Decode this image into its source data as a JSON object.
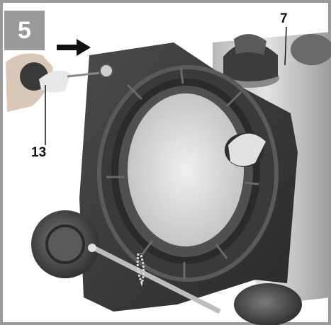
{
  "figure": {
    "step_number": "5",
    "callouts": [
      {
        "label": "7"
      },
      {
        "label": "13"
      }
    ],
    "colors": {
      "frame_gray": "#9a9a9a",
      "plastic_dark": "#3a3a3a",
      "metal_light": "#d6d6d6",
      "background": "#ffffff"
    }
  }
}
